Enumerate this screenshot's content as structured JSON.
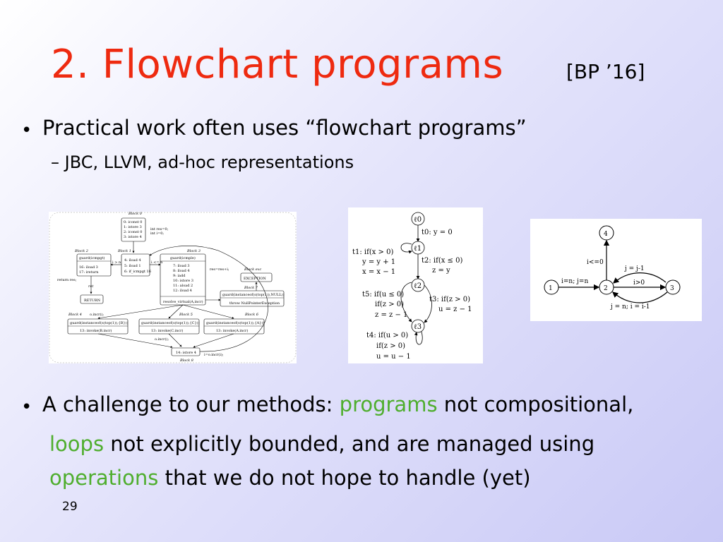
{
  "slide": {
    "title": "2. Flowchart programs",
    "citation": "[BP ’16]",
    "bullet1": "Practical work often uses “flowchart programs”",
    "sub1": "– JBC, LLVM, ad-hoc representations",
    "bullet2": {
      "part1": "A challenge to our methods: ",
      "hl1": "programs",
      "part2": " not compositional,",
      "hl2": "loops",
      "part3": " not explicitly bounded, and are managed using",
      "hl3": "operations",
      "part4": " that we do not hope to handle (yet)"
    },
    "page_number": "29"
  },
  "fig1": {
    "block0": "Block 0",
    "block0_lines": [
      "0: iconst 0",
      "1: istore 3",
      "2: iconst 0",
      "3: istore 4"
    ],
    "init": [
      "int res=0;",
      "int i=0;"
    ],
    "block1": "Block 1",
    "block1_lines": [
      "4: iload 4",
      "5: iload 1",
      "6: if_icmpgt 16"
    ],
    "block2": "Block 2",
    "guard_gt": "guard(icmpgt)",
    "block2_lines": [
      "16: iload 3",
      "17: ireturn"
    ],
    "i_gt_n": "i > n",
    "i_le_n": "i <= n",
    "return_res": "return res;",
    "ret": "ret",
    "return_box": "RETURN",
    "block3": "Block 3",
    "guard_le": "guard(icmple)",
    "block3_lines": [
      "7: iload 3",
      "8: iload 4",
      "9: iadd",
      "10: istore 3",
      "11: aload 2",
      "12: iload 4"
    ],
    "res_assign": "res=res+i;",
    "resolve": "resolve_virtual(A,incr)",
    "block_exc": "Block exc",
    "exception": "EXCEPTION",
    "block7": "Block 7",
    "guard_null": "guard(instanceof(s(top(1)),NULL))",
    "throw_npe": "throw NullPointerException",
    "block4": "Block 4",
    "o_incr": "o.incr();",
    "guard_b": "guard(instanceof(s(top(1)),{B}))",
    "invoke_b": "13: invoke(B.incr)",
    "block5": "Block 5",
    "guard_c": "guard(instanceof(s(top(1)),{C}))",
    "invoke_c": "13: invoke(C.incr)",
    "block6": "Block 6",
    "guard_a": "guard(instanceof(s(top(1)),{A}))",
    "invoke_a": "13: invoke(A.incr)",
    "block8_line": "14: istore 4",
    "i_assign": "i=o.incr(i);",
    "block8": "Block 8"
  },
  "fig2": {
    "l0": "ℓ0",
    "t0": "t0: y = 0",
    "l1": "ℓ1",
    "t1": "t1: if(x > 0)",
    "t1a": "y = y + 1",
    "t1b": "x = x − 1",
    "t2": "t2: if(x ≤ 0)",
    "t2a": "z = y",
    "l2": "ℓ2",
    "t5": "t5: if(u ≤ 0)",
    "t5a": "if(z > 0)",
    "t5b": "z = z − 1",
    "t3": "t3: if(z > 0)",
    "t3a": "u = z − 1",
    "l3": "ℓ3",
    "t4": "t4: if(u > 0)",
    "t4a": "if(z > 0)",
    "t4b": "u = u − 1"
  },
  "fig3": {
    "n1": "1",
    "n2": "2",
    "n3": "3",
    "n4": "4",
    "e12": "i=n; j=n",
    "e24": "i<=0",
    "e32": "j = j-1",
    "e23": "i>0",
    "e32b": "j = n; i = i-1"
  }
}
